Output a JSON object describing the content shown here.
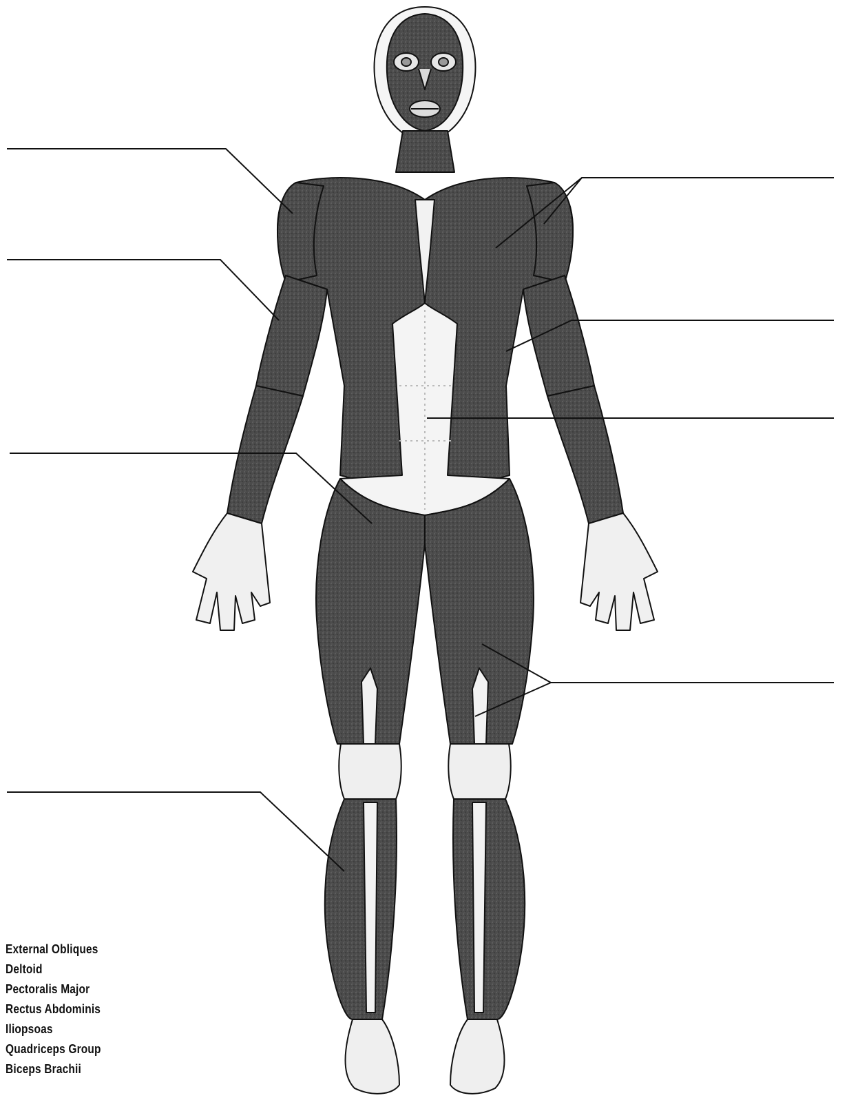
{
  "word_bank": [
    "External Obliques",
    "Deltoid",
    "Pectoralis Major",
    "Rectus Abdominis",
    "Iliopsoas",
    "Quadriceps Group",
    "Biceps Brachii"
  ],
  "colors": {
    "muscle": "#4a4a4a",
    "muscle_dark": "#2e2e2e",
    "tendon": "#f2f2f2",
    "outline": "#111111",
    "background": "#ffffff"
  }
}
